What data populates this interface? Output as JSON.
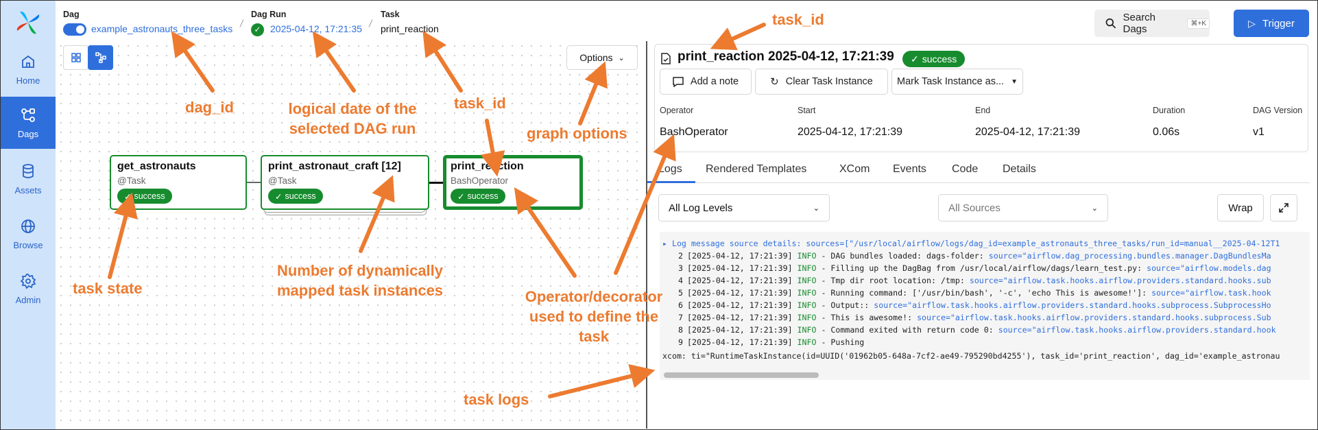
{
  "sidebar": {
    "items": [
      {
        "label": "Home",
        "icon": "home-icon"
      },
      {
        "label": "Dags",
        "icon": "dags-icon",
        "active": true
      },
      {
        "label": "Assets",
        "icon": "database-icon"
      },
      {
        "label": "Browse",
        "icon": "globe-icon"
      },
      {
        "label": "Admin",
        "icon": "gear-icon"
      }
    ]
  },
  "breadcrumb": {
    "dag_label": "Dag",
    "dag_value": "example_astronauts_three_tasks",
    "dagrun_label": "Dag Run",
    "dagrun_value": "2025-04-12, 17:21:35",
    "task_label": "Task",
    "task_value": "print_reaction"
  },
  "header": {
    "search_label": "Search Dags",
    "search_shortcut": "⌘+K",
    "trigger_label": "Trigger"
  },
  "graph": {
    "options_label": "Options",
    "nodes": [
      {
        "title": "get_astronauts",
        "sub": "@Task",
        "state": "success"
      },
      {
        "title": "print_astronaut_craft [12]",
        "sub": "@Task",
        "state": "success"
      },
      {
        "title": "print_reaction",
        "sub": "BashOperator",
        "state": "success"
      }
    ]
  },
  "task_instance": {
    "title": "print_reaction",
    "date": "2025-04-12, 17:21:39",
    "state": "success",
    "actions": {
      "add_note": "Add a note",
      "clear": "Clear Task Instance",
      "mark": "Mark Task Instance as..."
    },
    "meta": [
      {
        "label": "Operator",
        "value": "BashOperator"
      },
      {
        "label": "Start",
        "value": "2025-04-12, 17:21:39"
      },
      {
        "label": "End",
        "value": "2025-04-12, 17:21:39"
      },
      {
        "label": "Duration",
        "value": "0.06s"
      },
      {
        "label": "DAG Version",
        "value": "v1"
      }
    ],
    "tabs": [
      "Logs",
      "Rendered Templates",
      "XCom",
      "Events",
      "Code",
      "Details"
    ]
  },
  "logs": {
    "level_select": "All Log Levels",
    "source_select": "All Sources",
    "wrap_label": "Wrap",
    "source_details": "▸ Log message source details: sources=[\"/usr/local/airflow/logs/dag_id=example_astronauts_three_tasks/run_id=manual__2025-04-12T1",
    "lines": [
      {
        "num": "2",
        "ts": "[2025-04-12, 17:21:39]",
        "level": "INFO",
        "msg": " - DAG bundles loaded: dags-folder: ",
        "src": "source=\"airflow.dag_processing.bundles.manager.DagBundlesMa"
      },
      {
        "num": "3",
        "ts": "[2025-04-12, 17:21:39]",
        "level": "INFO",
        "msg": " - Filling up the DagBag from /usr/local/airflow/dags/learn_test.py: ",
        "src": "source=\"airflow.models.dag"
      },
      {
        "num": "4",
        "ts": "[2025-04-12, 17:21:39]",
        "level": "INFO",
        "msg": " - Tmp dir root location: /tmp: ",
        "src": "source=\"airflow.task.hooks.airflow.providers.standard.hooks.sub"
      },
      {
        "num": "5",
        "ts": "[2025-04-12, 17:21:39]",
        "level": "INFO",
        "msg": " - Running command: ['/usr/bin/bash', '-c', 'echo This is awesome!']: ",
        "src": "source=\"airflow.task.hook"
      },
      {
        "num": "6",
        "ts": "[2025-04-12, 17:21:39]",
        "level": "INFO",
        "msg": " - Output:: ",
        "src": "source=\"airflow.task.hooks.airflow.providers.standard.hooks.subprocess.SubprocessHo"
      },
      {
        "num": "7",
        "ts": "[2025-04-12, 17:21:39]",
        "level": "INFO",
        "msg": " - This is awesome!: ",
        "src": "source=\"airflow.task.hooks.airflow.providers.standard.hooks.subprocess.Sub"
      },
      {
        "num": "8",
        "ts": "[2025-04-12, 17:21:39]",
        "level": "INFO",
        "msg": " - Command exited with return code 0: ",
        "src": "source=\"airflow.task.hooks.airflow.providers.standard.hook"
      },
      {
        "num": "9",
        "ts": "[2025-04-12, 17:21:39]",
        "level": "INFO",
        "msg": " - Pushing",
        "src": ""
      }
    ],
    "xcom_line": "xcom: ti=\"RuntimeTaskInstance(id=UUID('01962b05-648a-7cf2-ae49-795290bd4255'), task_id='print_reaction', dag_id='example_astronau"
  },
  "annotations": {
    "dag_id": "dag_id",
    "logical_date_1": "logical date of the",
    "logical_date_2": "selected DAG run",
    "task_id_mid": "task_id",
    "task_id_top": "task_id",
    "graph_options": "graph options",
    "task_state": "task state",
    "mapped_1": "Number of dynamically",
    "mapped_2": "mapped task instances",
    "operator_1": "Operator/decorator",
    "operator_2": "used to define the",
    "operator_3": "task",
    "task_logs": "task logs"
  },
  "colors": {
    "accent": "#2f6fdc",
    "success": "#178c2e",
    "annotation": "#ec7b30",
    "sidebar_bg": "#cfe3fb"
  }
}
